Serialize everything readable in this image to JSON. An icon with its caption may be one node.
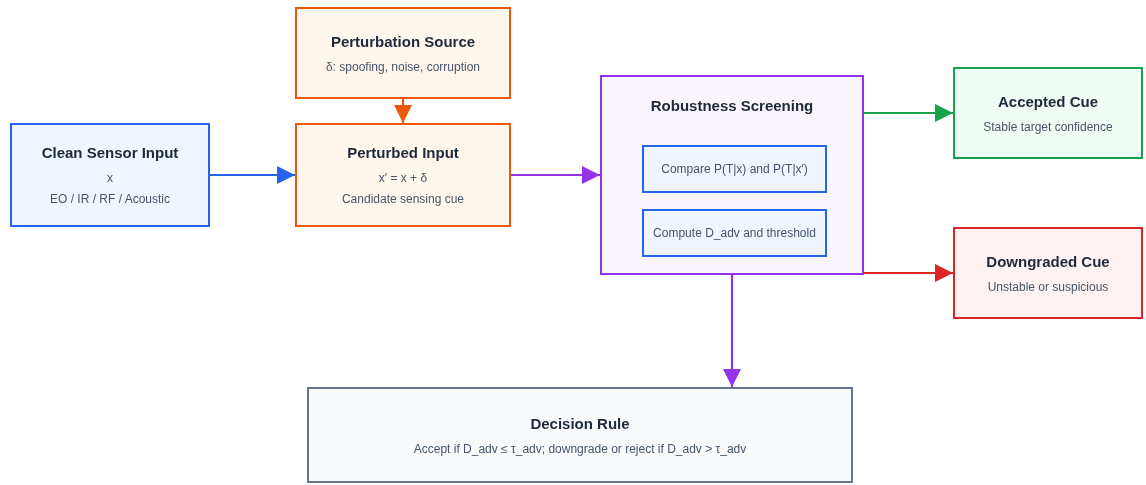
{
  "diagram": {
    "nodes": [
      {
        "text": [
          "Clean Sensor Input",
          "x",
          "EO / IR / RF / Acoustic"
        ]
      },
      {
        "text": [
          "Perturbation Source",
          "δ: spoofing, noise, corruption"
        ]
      },
      {
        "text": [
          "Perturbed Input",
          "x′ = x + δ",
          "Candidate sensing cue"
        ]
      },
      {
        "text": [
          "Robustness Screening"
        ]
      },
      {
        "text": [
          "Compare P(T|x) and P(T|x′)"
        ],
        "in": 3
      },
      {
        "text": [
          "Compute D_adv and threshold"
        ],
        "in": 3
      },
      {
        "text": [
          "Accepted Cue",
          "Stable target confidence"
        ]
      },
      {
        "text": [
          "Downgraded Cue",
          "Unstable or suspicious"
        ]
      },
      {
        "text": [
          "Decision Rule",
          "Accept if D_adv ≤ τ_adv; downgrade or reject if D_adv > τ_adv"
        ]
      }
    ],
    "edges": [
      {
        "from": 0,
        "to": 2,
        "arrow": "to",
        "color": "#2563eb"
      },
      {
        "from": 1,
        "to": 2,
        "arrow": "to",
        "color": "#ea580c"
      },
      {
        "from": 2,
        "to": 3,
        "arrow": "to",
        "color": "#9333ea"
      },
      {
        "from": 3,
        "to": 6,
        "arrow": "to",
        "color": "#16a34a"
      },
      {
        "from": 3,
        "to": 7,
        "arrow": "to",
        "color": "#dc2626"
      },
      {
        "from": 3,
        "to": 8,
        "arrow": "to",
        "color": "#9333ea"
      }
    ]
  }
}
